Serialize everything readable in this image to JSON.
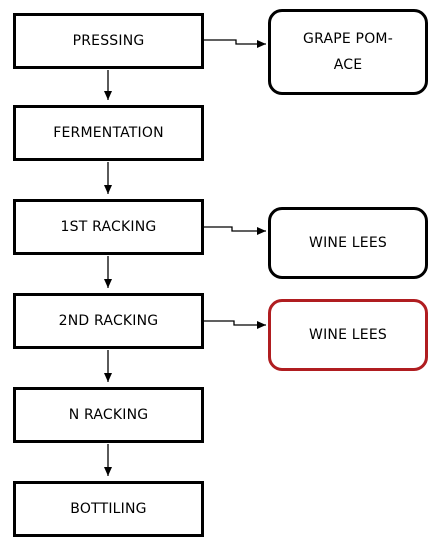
{
  "steps": [
    {
      "label": "PRESSING"
    },
    {
      "label": "FERMENTATION"
    },
    {
      "label": "1ST RACKING"
    },
    {
      "label": "2ND RACKING"
    },
    {
      "label": "N RACKING"
    },
    {
      "label": "BOTTILING"
    }
  ],
  "outputs": [
    {
      "label": "GRAPE POM-\nACE"
    },
    {
      "label": "WINE LEES"
    },
    {
      "label": "WINE LEES",
      "border_color": "#b01d20"
    }
  ],
  "colors": {
    "stroke": "#000000",
    "highlight": "#b01d20"
  }
}
